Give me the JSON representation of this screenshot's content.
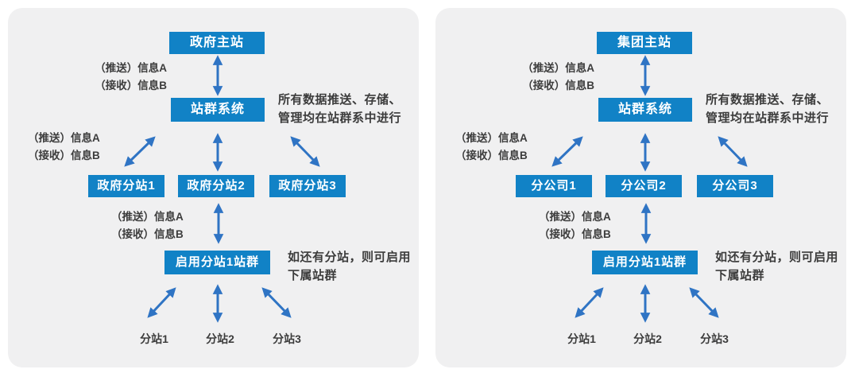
{
  "colors": {
    "node_fill": "#1182c6",
    "arrow": "#2f74c4",
    "panel_bg": "#f0f0f1",
    "text": "#3c3c3c",
    "node_text": "#ffffff",
    "page_bg": "#ffffff"
  },
  "labels": {
    "push": "（推送）信息A",
    "receive": "（接收）信息B"
  },
  "panels": [
    {
      "main_site": "政府主站",
      "system": "站群系统",
      "system_note": [
        "所有数据推送、存储、",
        "管理均在站群系中进行"
      ],
      "branches": [
        "政府分站1",
        "政府分站2",
        "政府分站3"
      ],
      "enable": "启用分站1站群",
      "enable_note": [
        "如还有分站，则可启用",
        "下属站群"
      ],
      "sub_sites": [
        "分站1",
        "分站2",
        "分站3"
      ]
    },
    {
      "main_site": "集团主站",
      "system": "站群系统",
      "system_note": [
        "所有数据推送、存储、",
        "管理均在站群系中进行"
      ],
      "branches": [
        "分公司1",
        "分公司2",
        "分公司3"
      ],
      "enable": "启用分站1站群",
      "enable_note": [
        "如还有分站，则可启用",
        "下属站群"
      ],
      "sub_sites": [
        "分站1",
        "分站2",
        "分站3"
      ]
    }
  ]
}
